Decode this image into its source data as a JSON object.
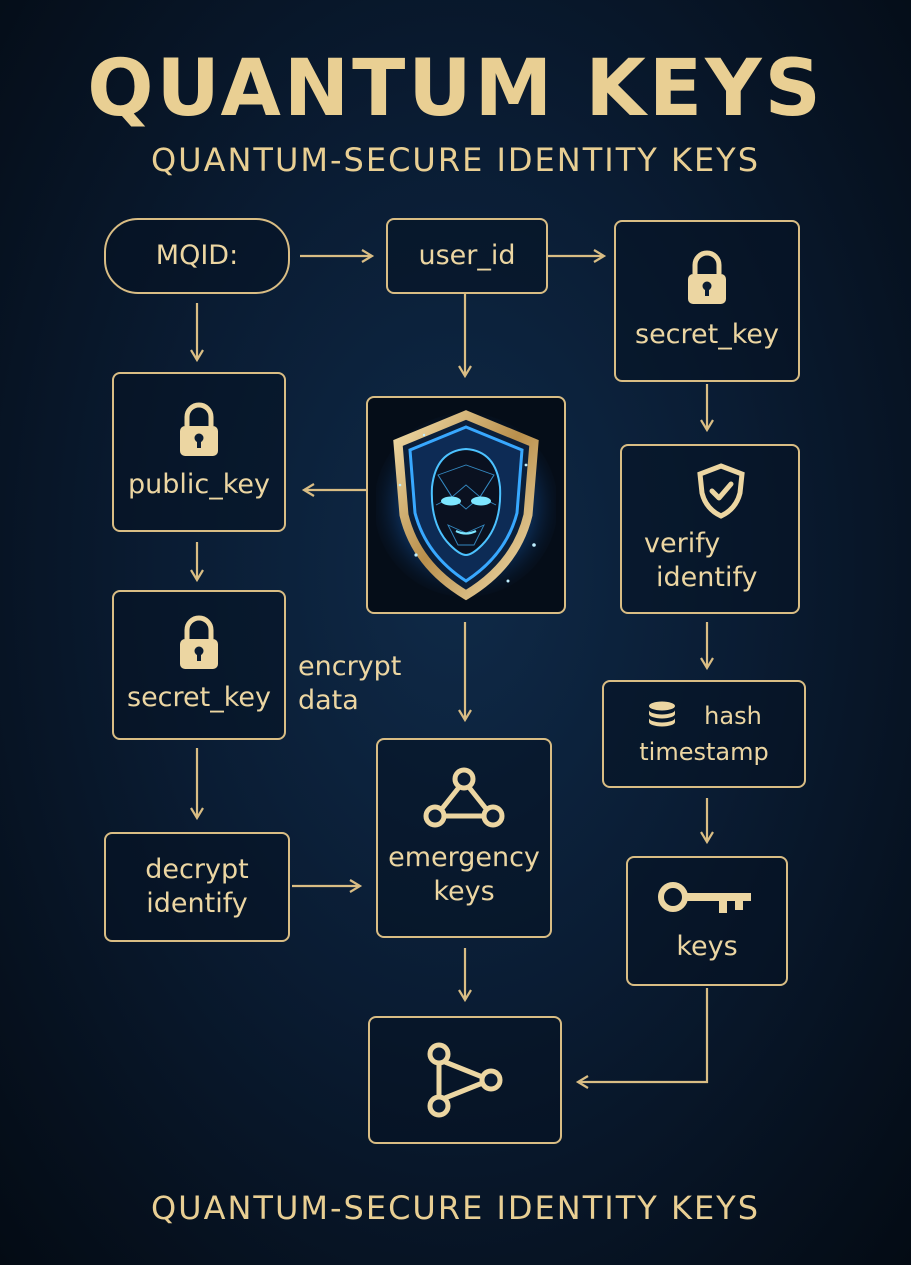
{
  "title": "QUANTUM KEYS",
  "subtitle": "QUANTUM-SECURE IDENTITY KEYS",
  "footer": "QUANTUM-SECURE IDENTITY KEYS",
  "colors": {
    "accent": "#d9bd84",
    "text": "#ecd6a2",
    "background": "#0a1c33",
    "shield_glow": "#2fa8ff"
  },
  "nodes": {
    "mqid": "MQID:",
    "user_id": "user_id",
    "secret_key_top": "secret_key",
    "public_key": "public_key",
    "verify_line1": "verify",
    "verify_line2": "identify",
    "secret_key_left": "secret_key",
    "encrypt_line1": "encrypt",
    "encrypt_line2": "data",
    "hash_line1": "hash",
    "hash_line2": "timestamp",
    "decrypt_line1": "decrypt",
    "decrypt_line2": "identify",
    "emergency_line1": "emergency",
    "emergency_line2": "keys",
    "keys": "keys"
  },
  "icons": {
    "secret_key_top": "lock-icon",
    "public_key": "lock-icon",
    "secret_key_left": "lock-icon",
    "verify": "shield-check-icon",
    "hash": "database-icon",
    "emergency": "network-triangle-icon",
    "keys": "key-icon",
    "final": "share-nodes-icon",
    "center": "shield-face-icon"
  }
}
